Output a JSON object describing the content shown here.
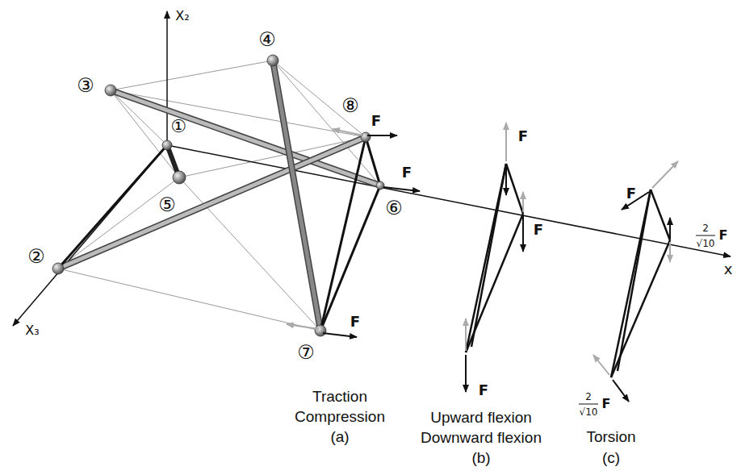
{
  "diagram": {
    "labels": [
      "X₂",
      "X₃",
      "x",
      "③",
      "④",
      "⑧",
      "①",
      "⑤",
      "②",
      "⑥",
      "⑦",
      "F",
      "F",
      "F",
      "Traction",
      "Compression",
      "(a)",
      "F",
      "F",
      "F",
      "Upward flexion",
      "Downward flexion",
      "(b)",
      "F",
      "2",
      "√10",
      "F",
      "2",
      "√10",
      "F",
      "Torsion",
      "(c)"
    ]
  }
}
